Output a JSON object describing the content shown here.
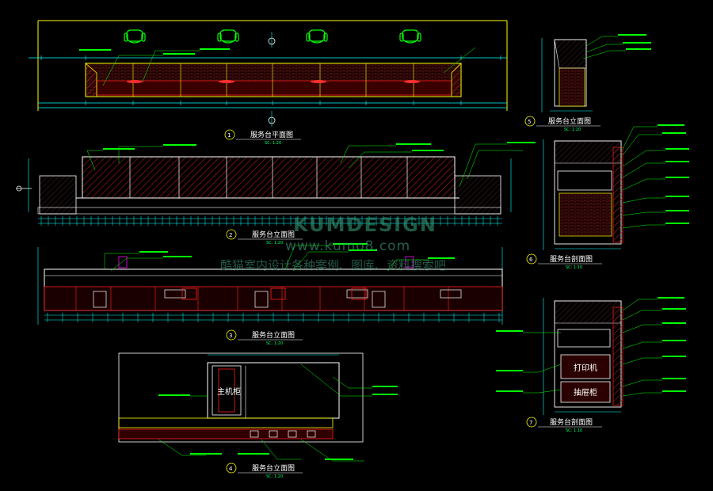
{
  "title_1": "服务台平面图",
  "title_2": "服务台立面图",
  "title_3": "服务台立面图",
  "title_4": "服务台立面图",
  "title_5": "服务台立面图",
  "title_6": "服务台剖面图",
  "title_7": "服务台剖面图",
  "num_1": "1",
  "num_2": "2",
  "num_3": "3",
  "num_4": "4",
  "num_5": "5",
  "num_6": "6",
  "num_7": "7",
  "scale_1": "SC: 1:20",
  "scale_2": "SC: 1:20",
  "scale_3": "SC: 1:20",
  "scale_4": "SC: 1:20",
  "scale_5": "SC: 1:20",
  "scale_6": "SC: 1:10",
  "scale_7": "SC: 1:10",
  "label_host_cabinet": "主机柜",
  "label_printer": "打印机",
  "label_drawer": "抽屉柜",
  "watermark_brand": "KUMDESIGN",
  "watermark_url": "www.kumo8.com",
  "watermark_slogan": "酷猫室内设计各种案例、图库、资料搜索吧",
  "colors": {
    "line_yellow": "#ffff00",
    "line_cyan": "#00ffff",
    "line_green": "#00ff00",
    "line_red": "#ff2020",
    "line_white": "#ffffff",
    "line_magenta": "#ff00ff",
    "watermark": "#2f8a6a"
  }
}
